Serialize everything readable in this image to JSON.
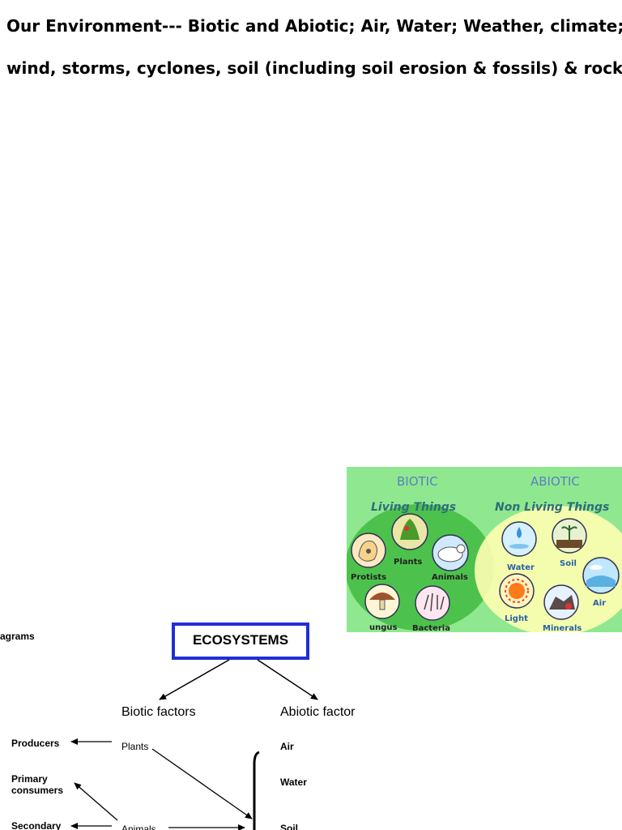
{
  "document": {
    "heading_line1": "Our Environment--- Biotic and Abiotic; Air, Water; Weather, climate;",
    "heading_line2": "wind, storms, cyclones, soil (including soil erosion & fossils) & rocks"
  },
  "biotic_abiotic": {
    "biotic_title": "BIOTIC",
    "abiotic_title": "ABIOTIC",
    "biotic_subtitle": "Living Things",
    "abiotic_subtitle": "Non Living Things",
    "biotic_items": [
      "Plants",
      "Protists",
      "Animals",
      "ungus",
      "Bacteria"
    ],
    "abiotic_items": [
      "Water",
      "Soil",
      "Air",
      "Light",
      "Minerals"
    ]
  },
  "ecosystem_diagram": {
    "left_fragment": "agrams",
    "title": "ECOSYSTEMS",
    "biotic_header": "Biotic factors",
    "abiotic_header": "Abiotic factor",
    "biotic_left": [
      "Producers",
      "Primary consumers",
      "Secondary"
    ],
    "biotic_mid": [
      "Plants",
      "Animals"
    ],
    "abiotic_list": [
      "Air",
      "Water",
      "Soil"
    ],
    "colors": {
      "box_border": "#1f2fd6"
    }
  }
}
